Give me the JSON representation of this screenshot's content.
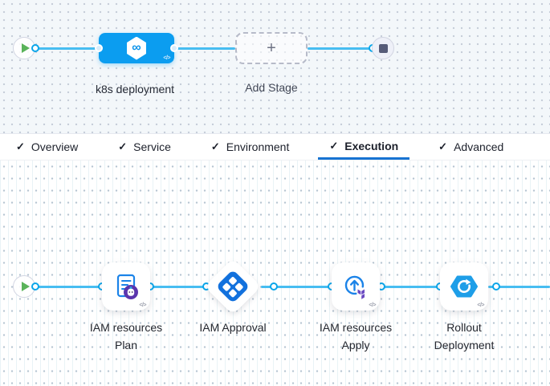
{
  "colors": {
    "connector": "#47bdf1",
    "port_ring": "#0ba6ea",
    "stage_blue": "#0b9df0",
    "tab_active_underline": "#1773d2",
    "icon_blue": "#1b83e8",
    "approval_blue": "#1271dd",
    "terraform_purple": "#6b4ac1",
    "opentofu_purple": "#5b35ad",
    "rollout_blue": "#1e9ee8",
    "play_green": "#5ab35a",
    "stop_slate": "#565b78",
    "canvas_top_bg": "#f3f7fa",
    "canvas_bottom_bg": "#ffffff"
  },
  "icons": {
    "check": "✓",
    "plus": "+",
    "code": "</>",
    "infinity": "∞"
  },
  "stage_graph": {
    "stage_label": "k8s deployment",
    "add_stage_label": "Add Stage"
  },
  "tabs": [
    {
      "label": "Overview",
      "checked": true,
      "active": false
    },
    {
      "label": "Service",
      "checked": true,
      "active": false
    },
    {
      "label": "Environment",
      "checked": true,
      "active": false
    },
    {
      "label": "Execution",
      "checked": true,
      "active": true
    },
    {
      "label": "Advanced",
      "checked": true,
      "active": false
    }
  ],
  "execution_graph": {
    "steps": [
      {
        "id": "plan",
        "label": "IAM resources\nPlan"
      },
      {
        "id": "approval",
        "label": "IAM Approval"
      },
      {
        "id": "apply",
        "label": "IAM resources\nApply"
      },
      {
        "id": "rollout",
        "label": "Rollout\nDeployment"
      }
    ]
  }
}
